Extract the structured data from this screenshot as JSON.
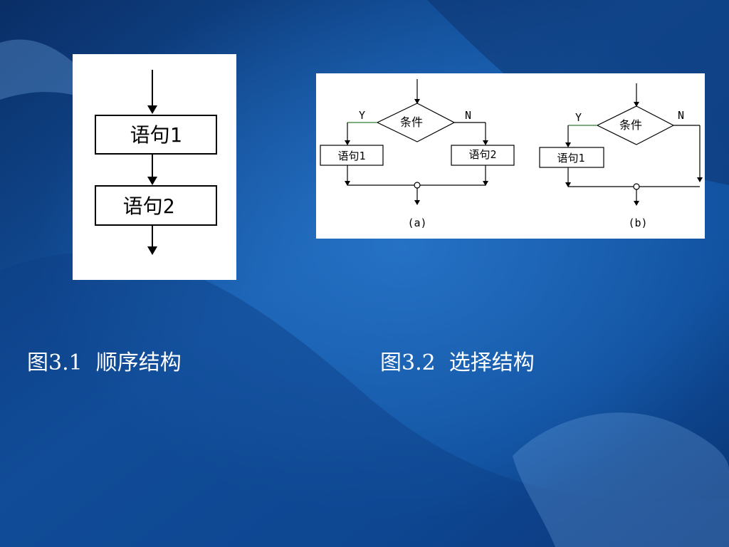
{
  "colors": {
    "background_dark": "#0a2a5c",
    "background_mid": "#1560b0",
    "panel": "#ffffff",
    "line": "#000000",
    "caption": "#ffffff"
  },
  "figure_1": {
    "box_1": "语句1",
    "box_2": "语句2",
    "caption": "图3.1  顺序结构"
  },
  "figure_2": {
    "a": {
      "condition": "条件",
      "yes": "Y",
      "no": "N",
      "box_yes": "语句1",
      "box_no": "语句2",
      "label": "(a)"
    },
    "b": {
      "condition": "条件",
      "yes": "Y",
      "no": "N",
      "box_yes": "语句1",
      "label": "(b)"
    },
    "caption": "图3.2  选择结构"
  }
}
